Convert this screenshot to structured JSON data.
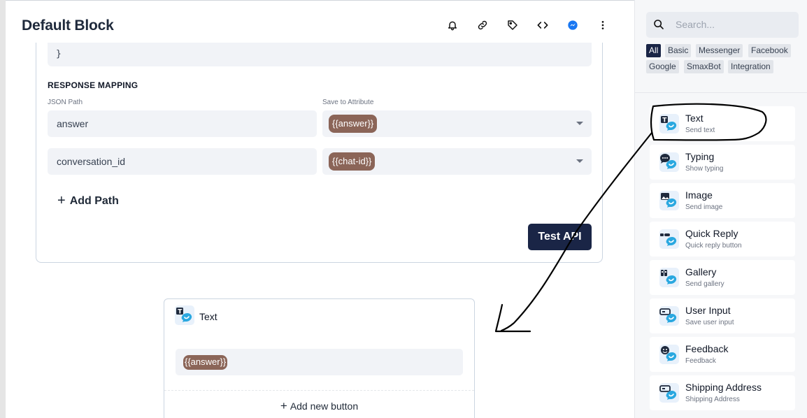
{
  "header": {
    "title": "Default Block",
    "icons": [
      "bell-icon",
      "link-icon",
      "tag-icon",
      "code-icon",
      "messenger-icon",
      "more-vertical-icon"
    ]
  },
  "api_card": {
    "code_tail": "}",
    "section_title": "RESPONSE MAPPING",
    "columns": {
      "path": "JSON Path",
      "attribute": "Save to Attribute"
    },
    "mappings": [
      {
        "path": "answer",
        "attribute": "{{answer}}"
      },
      {
        "path": "conversation_id",
        "attribute": "{{chat-id}}"
      }
    ],
    "add_path_label": "Add Path",
    "test_api_label": "Test API"
  },
  "text_card": {
    "title": "Text",
    "value": "{{answer}}",
    "add_button_label": "Add new button"
  },
  "sidebar": {
    "search_placeholder": "Search...",
    "filters": [
      "All",
      "Basic",
      "Messenger",
      "Facebook",
      "Google",
      "SmaxBot",
      "Integration"
    ],
    "active_filter": "All",
    "tools": [
      {
        "label": "Text",
        "sub": "Send text",
        "icon": "text-icon"
      },
      {
        "label": "Typing",
        "sub": "Show typing",
        "icon": "typing-icon"
      },
      {
        "label": "Image",
        "sub": "Send image",
        "icon": "image-icon"
      },
      {
        "label": "Quick Reply",
        "sub": "Quick reply button",
        "icon": "quick-reply-icon"
      },
      {
        "label": "Gallery",
        "sub": "Send gallery",
        "icon": "gallery-icon"
      },
      {
        "label": "User Input",
        "sub": "Save user input",
        "icon": "user-input-icon"
      },
      {
        "label": "Feedback",
        "sub": "Feedback",
        "icon": "feedback-icon"
      },
      {
        "label": "Shipping Address",
        "sub": "Shipping Address",
        "icon": "shipping-address-icon"
      }
    ]
  },
  "colors": {
    "accent_dark": "#1a2546",
    "chip": "#8b6558",
    "brand_blue": "#2aa8e0",
    "annotation_ink": "#000000"
  }
}
